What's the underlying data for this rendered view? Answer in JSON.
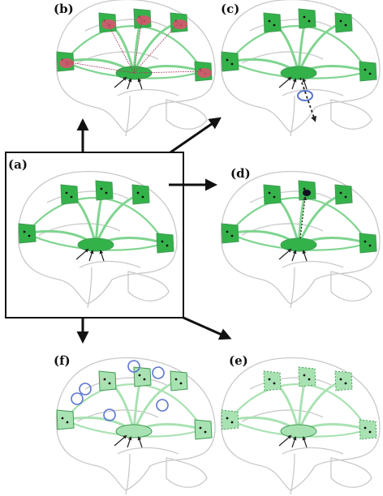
{
  "panels": [
    {
      "id": "a",
      "label": "(a)",
      "variant": "normal"
    },
    {
      "id": "b",
      "label": "(b)",
      "variant": "red"
    },
    {
      "id": "c",
      "label": "(c)",
      "variant": "blue-down"
    },
    {
      "id": "d",
      "label": "(d)",
      "variant": "blue-up"
    },
    {
      "id": "e",
      "label": "(e)",
      "variant": "dotted"
    },
    {
      "id": "f",
      "label": "(f)",
      "variant": "faded"
    }
  ],
  "colors": {
    "tract": "#7fd48f",
    "tract_dark": "#3f9b52",
    "node_fill": "#34b24a",
    "node_faded": "#a9e2b2",
    "brain_outline": "#c9c9c9",
    "red_node": "#e05070",
    "blue_ring": "#5a74d0",
    "arrow": "#111111"
  },
  "icons": [
    "brain-outline-icon",
    "network-node-icon",
    "thalamus-hub-icon",
    "transition-arrow-icon"
  ]
}
